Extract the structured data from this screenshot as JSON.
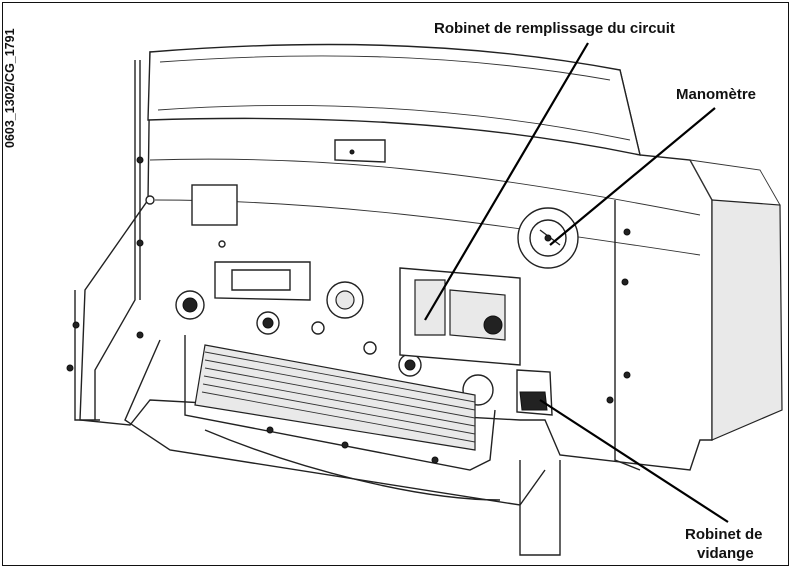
{
  "figure": {
    "code": "0603_1302/CG_1791",
    "labels": {
      "fill_valve": "Robinet de remplissage du circuit",
      "pressure_gauge": "Manomètre",
      "drain_valve_line1": "Robinet de",
      "drain_valve_line2": "vidange"
    }
  }
}
